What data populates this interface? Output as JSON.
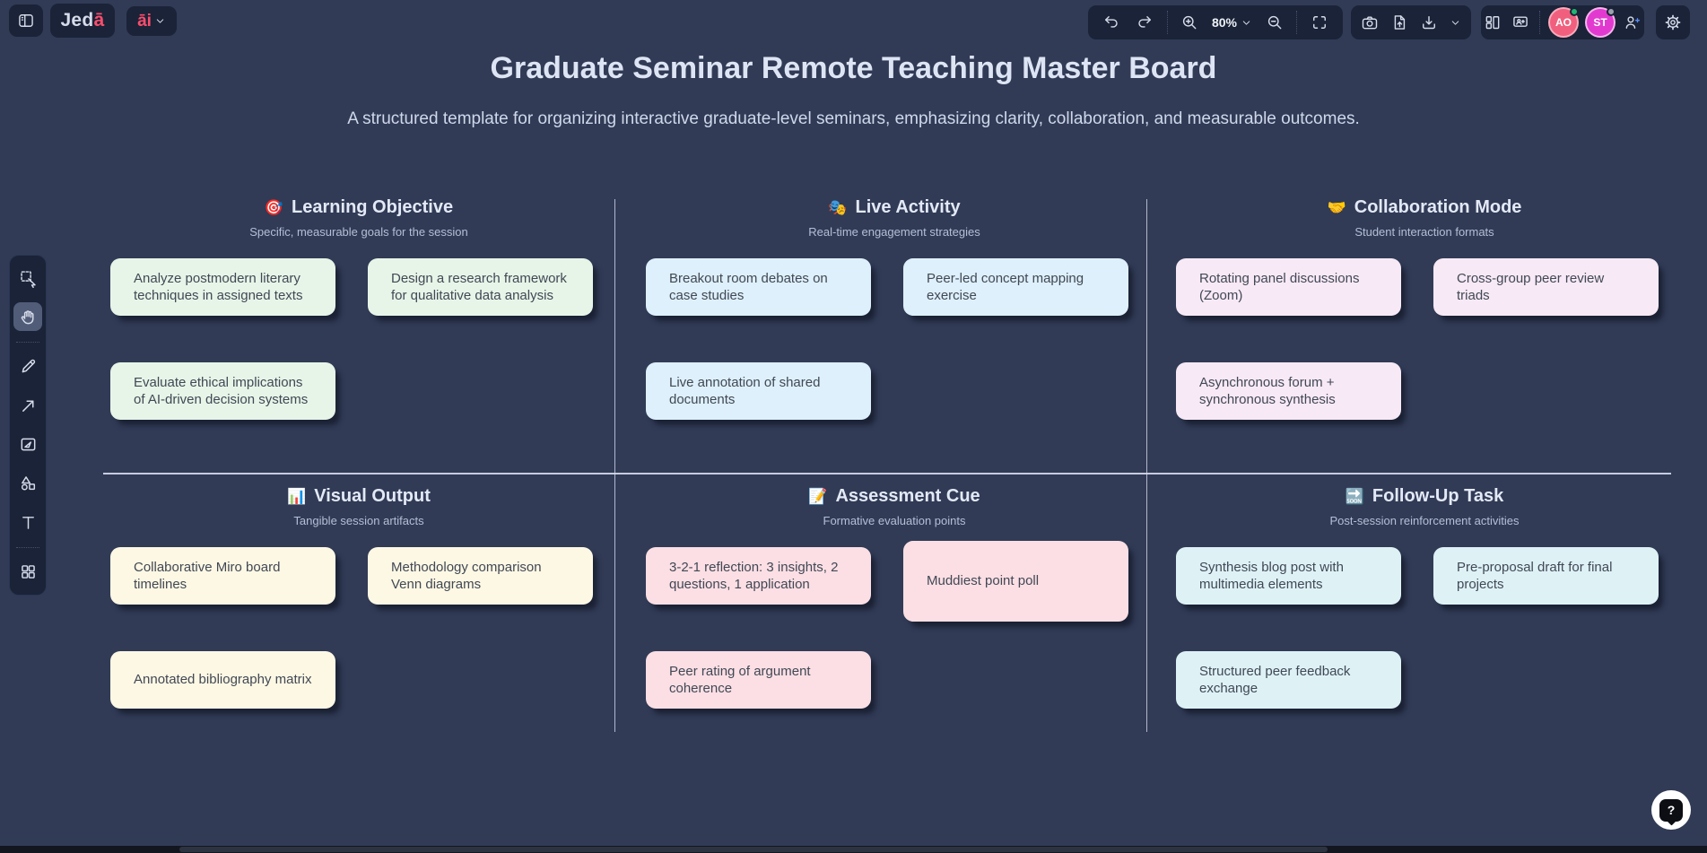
{
  "app": {
    "brand_prefix": "Jed",
    "brand_suffix": "ā",
    "ai_menu_label": "āi"
  },
  "topbar": {
    "zoom_level": "80%",
    "colors": {
      "button_bg": "#1a2337",
      "icon": "#d6dcea",
      "brand_pink": "#fb4d6d",
      "plus_blue": "#5b8ef5"
    },
    "icon_groups": {
      "left": [
        "sidebar-panel-icon"
      ],
      "history_zoom": [
        "undo-icon",
        "redo-icon",
        "zoom-in-icon",
        "zoom-dropdown-chevron",
        "zoom-out-icon",
        "fullscreen-icon"
      ],
      "export": [
        "camera-icon",
        "file-upload-icon",
        "download-icon",
        "download-chevron"
      ],
      "collaboration": [
        "layout-icon",
        "screen-share-icon",
        "add-person-icon"
      ],
      "right": [
        "gear-icon"
      ]
    },
    "avatars": [
      {
        "initials": "AO",
        "color": "#f0607e",
        "ring": "#f8aabc",
        "status_color": "#22b573"
      },
      {
        "initials": "ST",
        "color": "#e23ad0",
        "ring": "#f3b5ec",
        "status_color": "#9ca3af"
      }
    ]
  },
  "left_toolbar": {
    "active_tool": "hand",
    "tools": [
      "select-tool",
      "hand-tool",
      "pen-tool",
      "arrow-tool",
      "image-tool",
      "shapes-tool",
      "text-tool",
      "apps-grid-tool"
    ]
  },
  "board": {
    "title": "Graduate Seminar Remote Teaching Master Board",
    "subtitle": "A structured template for organizing interactive graduate-level seminars, emphasizing clarity, collaboration, and measurable outcomes.",
    "sections": [
      {
        "icon": "🎯",
        "title": "Learning Objective",
        "subtitle": "Specific, measurable goals for the session",
        "note_color": "#e7f5e8",
        "notes": [
          "Analyze postmodern literary techniques in assigned texts",
          "Design a research framework for qualitative data analysis",
          "Evaluate ethical implications of AI-driven decision systems"
        ]
      },
      {
        "icon": "🎭",
        "title": "Live Activity",
        "subtitle": "Real-time engagement strategies",
        "note_color": "#def0fb",
        "notes": [
          "Breakout room debates on case studies",
          "Peer-led concept mapping exercise",
          "Live annotation of shared documents"
        ]
      },
      {
        "icon": "🤝",
        "title": "Collaboration Mode",
        "subtitle": "Student interaction formats",
        "note_color": "#f7e9f5",
        "notes": [
          "Rotating panel discussions (Zoom)",
          "Cross-group peer review triads",
          "Asynchronous forum + synchronous synthesis"
        ]
      },
      {
        "icon": "📊",
        "title": "Visual Output",
        "subtitle": "Tangible session artifacts",
        "note_color": "#fdf8e4",
        "notes": [
          "Collaborative Miro board timelines",
          "Methodology comparison Venn diagrams",
          "Annotated bibliography matrix"
        ]
      },
      {
        "icon": "📝",
        "title": "Assessment Cue",
        "subtitle": "Formative evaluation points",
        "note_color": "#fbdfe4",
        "notes": [
          "3-2-1 reflection: 3 insights, 2 questions, 1 application",
          "Muddiest point poll",
          "Peer rating of argument coherence"
        ]
      },
      {
        "icon": "🔜",
        "title": "Follow-Up Task",
        "subtitle": "Post-session reinforcement activities",
        "note_color": "#def2f6",
        "notes": [
          "Synthesis blog post with multimedia elements",
          "Pre-proposal draft for final projects",
          "Structured peer feedback exchange"
        ]
      }
    ]
  },
  "help": {
    "icon": "?"
  }
}
